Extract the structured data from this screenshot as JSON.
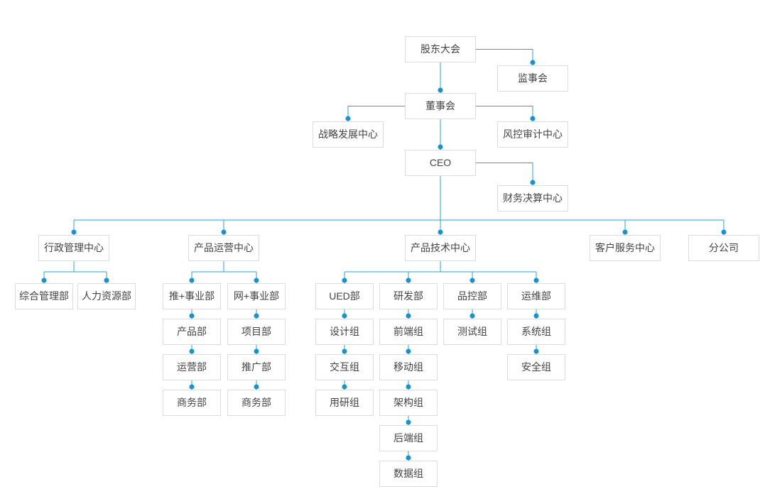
{
  "chart_type": "org-chart",
  "colors": {
    "line": "#29a3d6",
    "dot": "#1693cf",
    "box_border": "#dcdcdc",
    "box_background": "#ffffff",
    "text": "#444444",
    "background": "#ffffff"
  },
  "nodes": [
    {
      "id": "shareholders",
      "label": "股东大会"
    },
    {
      "id": "supervisory",
      "label": "监事会"
    },
    {
      "id": "board",
      "label": "董事会"
    },
    {
      "id": "strategy",
      "label": "战略发展中心"
    },
    {
      "id": "risk",
      "label": "风控审计中心"
    },
    {
      "id": "ceo",
      "label": "CEO"
    },
    {
      "id": "finance",
      "label": "财务决算中心"
    },
    {
      "id": "admin",
      "label": "行政管理中心"
    },
    {
      "id": "ops",
      "label": "产品运营中心"
    },
    {
      "id": "tech",
      "label": "产品技术中心"
    },
    {
      "id": "service",
      "label": "客户服务中心"
    },
    {
      "id": "branch",
      "label": "分公司"
    },
    {
      "id": "general",
      "label": "综合管理部"
    },
    {
      "id": "hr",
      "label": "人力资源部"
    },
    {
      "id": "tui",
      "label": "推+事业部"
    },
    {
      "id": "wang",
      "label": "网+事业部"
    },
    {
      "id": "product",
      "label": "产品部"
    },
    {
      "id": "operation",
      "label": "运营部"
    },
    {
      "id": "biz_1",
      "label": "商务部"
    },
    {
      "id": "project",
      "label": "项目部"
    },
    {
      "id": "promotion",
      "label": "推广部"
    },
    {
      "id": "biz_2",
      "label": "商务部"
    },
    {
      "id": "ued",
      "label": "UED部"
    },
    {
      "id": "design",
      "label": "设计组"
    },
    {
      "id": "interaction",
      "label": "交互组"
    },
    {
      "id": "research",
      "label": "用研组"
    },
    {
      "id": "rnd",
      "label": "研发部"
    },
    {
      "id": "frontend",
      "label": "前端组"
    },
    {
      "id": "mobile",
      "label": "移动组"
    },
    {
      "id": "arch",
      "label": "架构组"
    },
    {
      "id": "backend",
      "label": "后端组"
    },
    {
      "id": "data_group",
      "label": "数据组"
    },
    {
      "id": "qc",
      "label": "品控部"
    },
    {
      "id": "testing",
      "label": "测试组"
    },
    {
      "id": "devops",
      "label": "运维部"
    },
    {
      "id": "system",
      "label": "系统组"
    },
    {
      "id": "security",
      "label": "安全组"
    }
  ],
  "edges": [
    [
      "shareholders",
      "supervisory"
    ],
    [
      "shareholders",
      "board"
    ],
    [
      "board",
      "strategy"
    ],
    [
      "board",
      "risk"
    ],
    [
      "board",
      "ceo"
    ],
    [
      "ceo",
      "finance"
    ],
    [
      "ceo",
      "admin"
    ],
    [
      "ceo",
      "ops"
    ],
    [
      "ceo",
      "tech"
    ],
    [
      "ceo",
      "service"
    ],
    [
      "ceo",
      "branch"
    ],
    [
      "admin",
      "general"
    ],
    [
      "admin",
      "hr"
    ],
    [
      "ops",
      "tui"
    ],
    [
      "ops",
      "wang"
    ],
    [
      "tui",
      "product"
    ],
    [
      "product",
      "operation"
    ],
    [
      "operation",
      "biz_1"
    ],
    [
      "wang",
      "project"
    ],
    [
      "project",
      "promotion"
    ],
    [
      "promotion",
      "biz_2"
    ],
    [
      "tech",
      "ued"
    ],
    [
      "tech",
      "rnd"
    ],
    [
      "tech",
      "qc"
    ],
    [
      "tech",
      "devops"
    ],
    [
      "ued",
      "design"
    ],
    [
      "design",
      "interaction"
    ],
    [
      "interaction",
      "research"
    ],
    [
      "rnd",
      "frontend"
    ],
    [
      "frontend",
      "mobile"
    ],
    [
      "mobile",
      "arch"
    ],
    [
      "arch",
      "backend"
    ],
    [
      "backend",
      "data_group"
    ],
    [
      "qc",
      "testing"
    ],
    [
      "devops",
      "system"
    ],
    [
      "system",
      "security"
    ]
  ]
}
